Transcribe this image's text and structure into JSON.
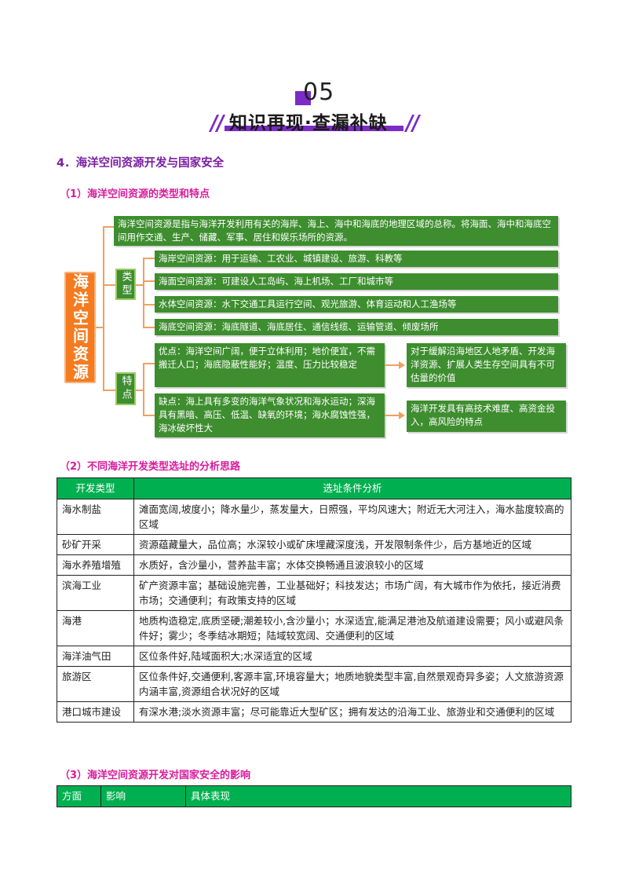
{
  "header": {
    "number": "05",
    "title": "知识再现·查漏补缺"
  },
  "section": {
    "title": "4．海洋空间资源开发与国家安全",
    "sub1": "（1）海洋空间资源的类型和特点",
    "sub2": "（2）不同海洋开发类型选址的分析思路",
    "sub3": "（3）海洋空间资源开发对国家安全的影响"
  },
  "mindmap": {
    "root": "海洋空间资源",
    "definition": "海洋空间资源是指与海洋开发利用有关的海岸、海上、海中和海底的地理区域的总称。将海面、海中和海底空间用作交通、生产、储藏、军事、居住和娱乐场所的资源。",
    "types_label": "类型",
    "types": [
      "海岸空间资源：用于运输、工农业、城镇建设、旅游、科教等",
      "海面空间资源：可建设人工岛屿、海上机场、工厂和城市等",
      "水体空间资源：水下交通工具运行空间、观光旅游、体育运动和人工渔场等",
      "海底空间资源：海底隧道、海底居住、通信线缆、运输管道、倾废场所"
    ],
    "features_label": "特点",
    "advantage": "优点：海洋空间广阔，便于立体利用；地价便宜，不需搬迁人口；海底隐蔽性能好；温度、压力比较稳定",
    "advantage_result": "对于缓解沿海地区人地矛盾、开发海洋资源、扩展人类生存空间具有不可估量的价值",
    "disadvantage": "缺点：海上具有多变的海洋气象状况和海水运动；深海具有黑暗、高压、低温、缺氧的环境；海水腐蚀性强，海冰破坏性大",
    "disadvantage_result": "海洋开发具有高技术难度、高资金投入，高风险的特点"
  },
  "table1": {
    "headers": [
      "开发类型",
      "选址条件分析"
    ],
    "rows": [
      [
        "海水制盐",
        "滩面宽阔,坡度小；降水量少，蒸发量大，日照强，平均风速大；附近无大河注入，海水盐度较高的区域"
      ],
      [
        "砂矿开采",
        "资源蕴藏量大，品位高；水深较小或矿床埋藏深度浅，开发限制条件少，后方基地近的区域"
      ],
      [
        "海水养殖增殖",
        "水质好，含沙量小，营养盐丰富；水体交换畅通且波浪较小的区域"
      ],
      [
        "滨海工业",
        "矿产资源丰富；基础设施完善，工业基础好；科技发达；市场广阔，有大城市作为依托，接近消费市场；交通便利；有政策支持的区域"
      ],
      [
        "海港",
        "地质构造稳定,底质坚硬;潮差较小,含沙量小；水深适宜,能满足港池及航道建设需要；风小或避风条件好；雾少；冬季结冰期短；陆域较宽阔、交通便利的区域"
      ],
      [
        "海洋油气田",
        "区位条件好,陆域面积大;水深适宜的区域"
      ],
      [
        "旅游区",
        "区位条件好,交通便利,客源丰富,环境容量大；地质地貌类型丰富,自然景观奇异多姿；人文旅游资源内涵丰富,资源组合状况好的区域"
      ],
      [
        "港口城市建设",
        "有深水港;淡水资源丰富；尽可能靠近大型矿区；拥有发达的沿海工业、旅游业和交通便利的区域"
      ]
    ]
  },
  "table2": {
    "headers": [
      "方面",
      "影响",
      "具体表现"
    ]
  },
  "colors": {
    "accent_purple": "#7b2cc7",
    "mindmap_green": "#3e8e2f",
    "root_orange": "#f47b20",
    "table_header_green": "#00b050",
    "subtitle_magenta": "#d81b9c"
  }
}
